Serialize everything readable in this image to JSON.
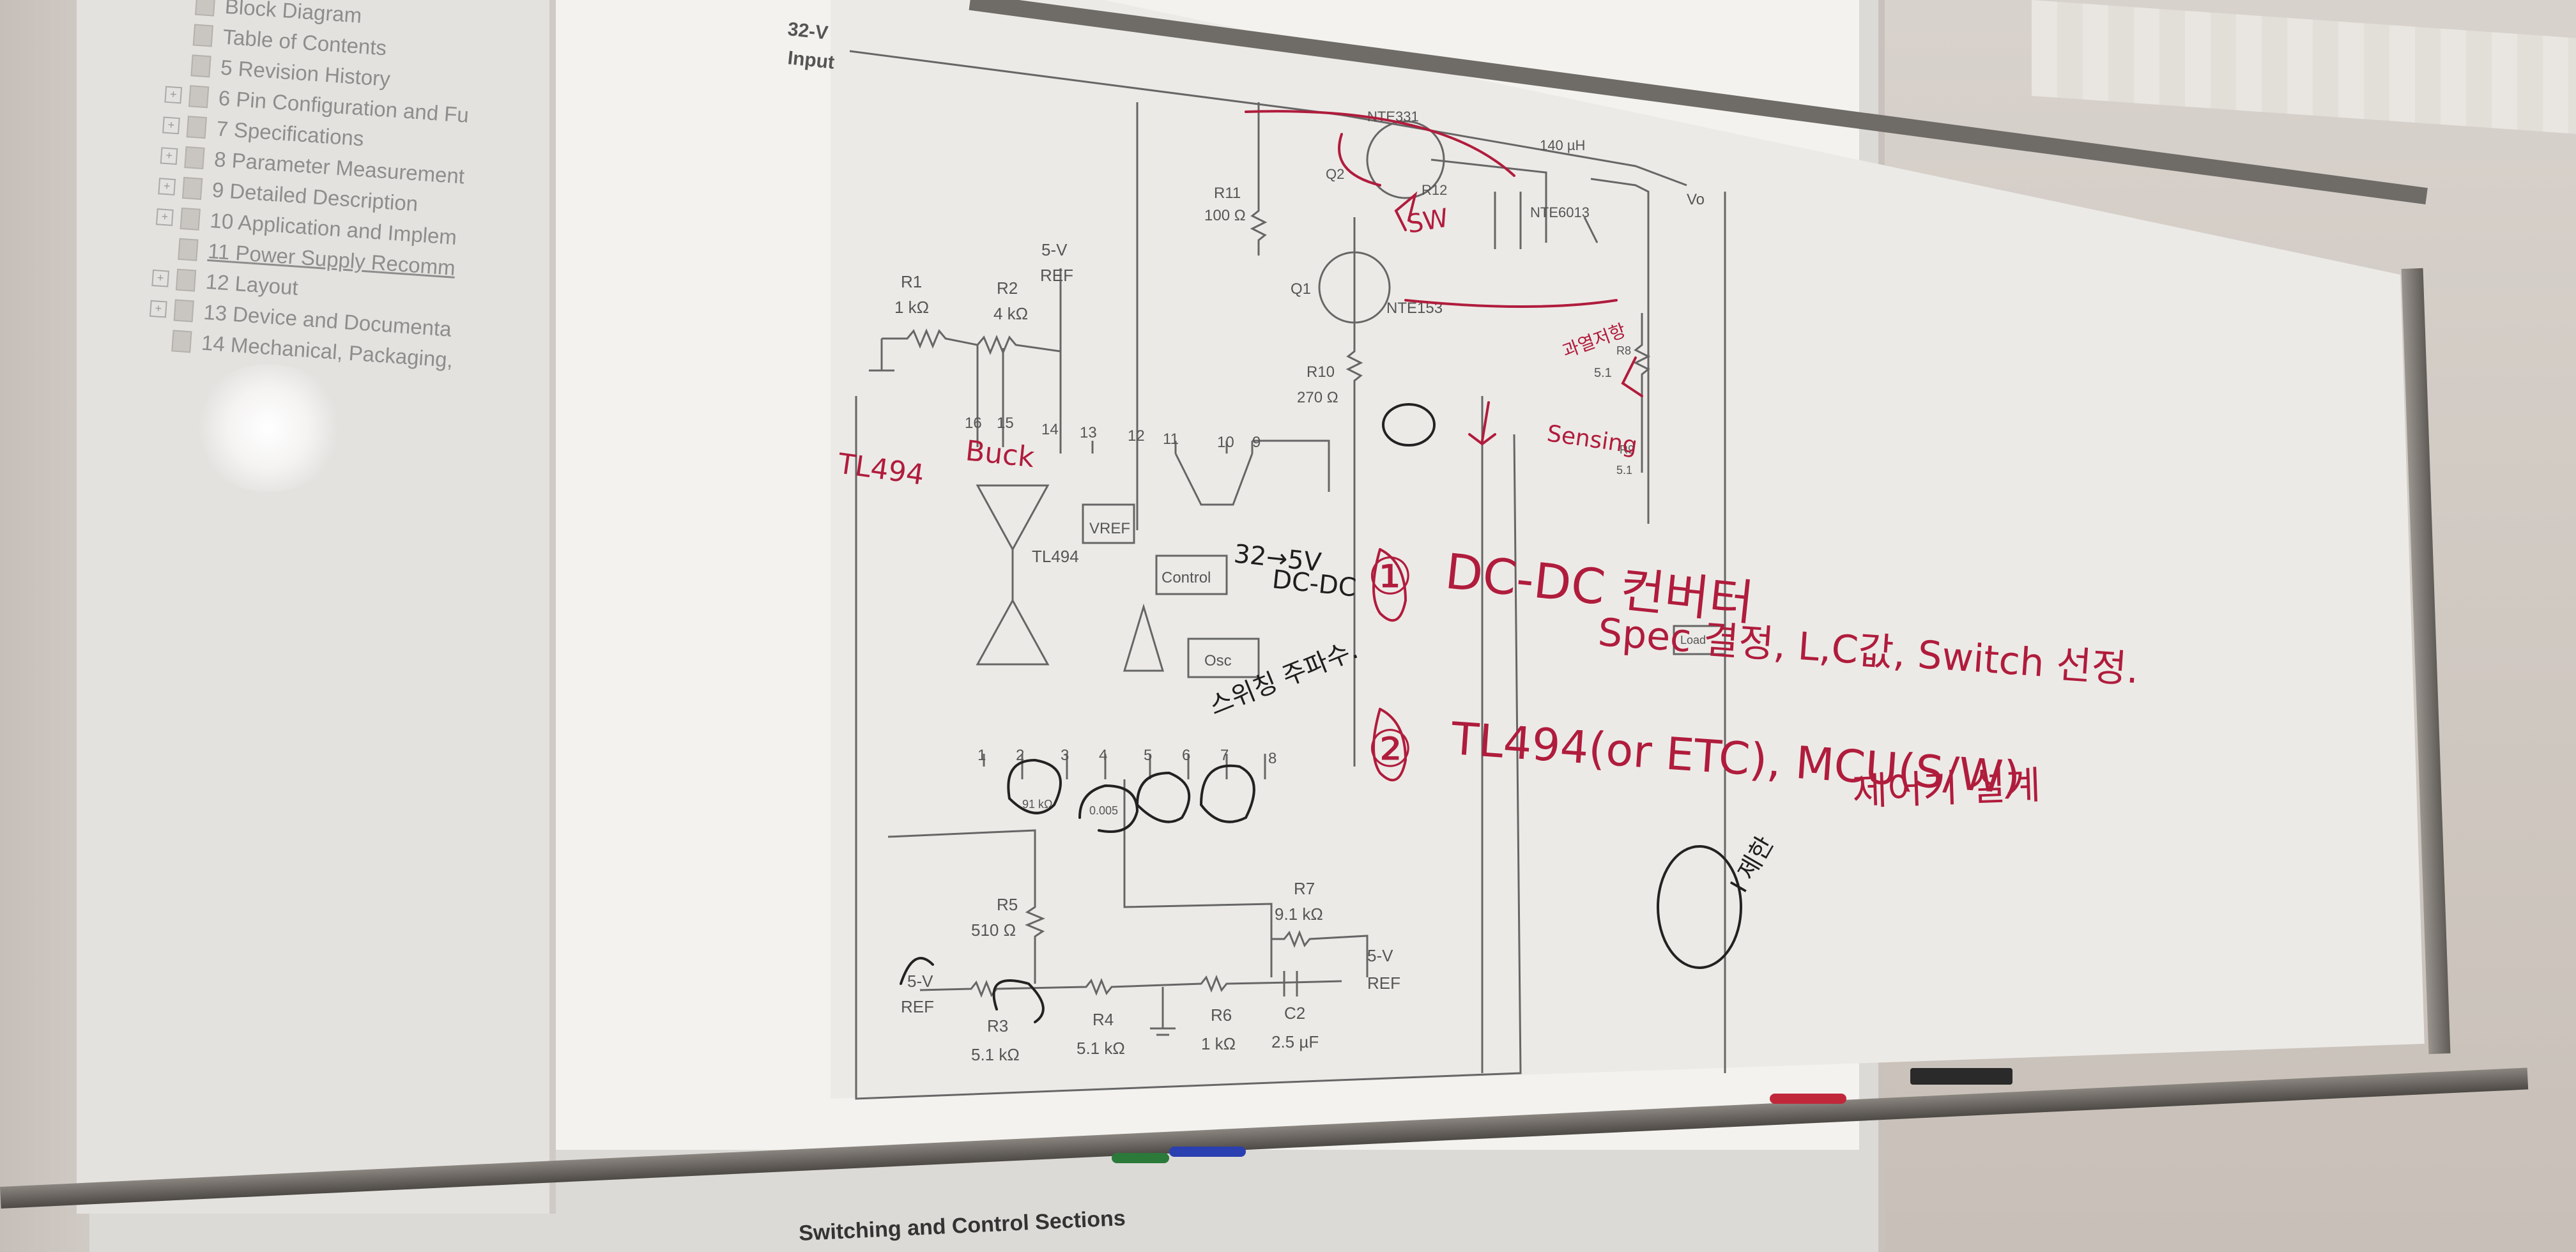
{
  "scene": "Whiteboard over projected TL494 buck converter datasheet schematic",
  "toc": [
    {
      "label": "Block Diagram",
      "expander": "",
      "link": false
    },
    {
      "label": "Table of Contents",
      "expander": "",
      "link": false
    },
    {
      "label": "5 Revision History",
      "expander": "",
      "link": false
    },
    {
      "label": "6 Pin Configuration and Fu",
      "expander": "+",
      "link": false
    },
    {
      "label": "7 Specifications",
      "expander": "+",
      "link": false
    },
    {
      "label": "8 Parameter Measurement",
      "expander": "+",
      "link": false
    },
    {
      "label": "9 Detailed Description",
      "expander": "+",
      "link": false
    },
    {
      "label": "10 Application and Implem",
      "expander": "+",
      "link": false
    },
    {
      "label": "11 Power Supply Recomm",
      "expander": "",
      "link": true
    },
    {
      "label": "12 Layout",
      "expander": "+",
      "link": false
    },
    {
      "label": "13 Device and Documenta",
      "expander": "+",
      "link": false
    },
    {
      "label": "14 Mechanical, Packaging,",
      "expander": "",
      "link": false
    }
  ],
  "schematic": {
    "input_label": "32-V",
    "input_label2": "Input",
    "q2": "NTE331",
    "l1": "140 µH",
    "r12": "R12",
    "q2_label": "Q2",
    "d1": "NTE6013",
    "vo": "Vo",
    "r11": "R11",
    "r11_val": "100 Ω",
    "q1": "Q1",
    "q1_part": "NTE153",
    "r10": "R10",
    "r10_val": "270 Ω",
    "r8": "R8",
    "r8_val": "5.1",
    "r9": "R9",
    "r9_val": "5.1",
    "r1": "R1",
    "r1_val": "1 kΩ",
    "r2": "R2",
    "r2_val": "4 kΩ",
    "ref5v": "5-V",
    "ref5v2": "REF",
    "pins_top": [
      "16",
      "15",
      "14",
      "13",
      "12",
      "11",
      "10",
      "9"
    ],
    "pins_bottom": [
      "1",
      "2",
      "3",
      "4",
      "5",
      "6",
      "7",
      "8"
    ],
    "vref": "VREF",
    "ic": "TL494",
    "control": "Control",
    "osc": "Osc",
    "r5": "R5",
    "r5_val": "510 Ω",
    "r3": "R3",
    "r3_val": "5.1 kΩ",
    "r4": "R4",
    "r4_val": "5.1 kΩ",
    "r6": "R6",
    "r6_val": "1 kΩ",
    "c2": "C2",
    "c2_val": "2.5 µF",
    "r7": "R7",
    "r7_val": "9.1 kΩ",
    "ref_out": "5-V",
    "ref_out2": "REF",
    "rt_val": "91 kΩ",
    "ct_val": "0.005",
    "left_ref": "5-V",
    "left_ref2": "REF",
    "load": "Load"
  },
  "handwriting": {
    "tl494": "TL494",
    "buck": "Buck",
    "sw": "SW",
    "sensing": "Sensing",
    "current_limit_r": "과열저항",
    "conv_note1": "32→5V",
    "conv_note2": "DC-DC",
    "switching_freq": "스위칭 주파수.",
    "item1_num": "①",
    "item1": "DC-DC 컨버터",
    "item1_sub": "Spec 결정, L,C값, Switch 선정.",
    "item2_num": "②",
    "item2": "TL494(or ETC), MCU(S/W)",
    "item2_sub": "제어기 설계",
    "i_limit": "I 제한"
  },
  "caption": "Switching and Control Sections",
  "colors": {
    "ink_red": "#b01c3c",
    "ink_dark": "#1e1e1e",
    "board": "#eceae7",
    "frame": "#6f6b66"
  }
}
